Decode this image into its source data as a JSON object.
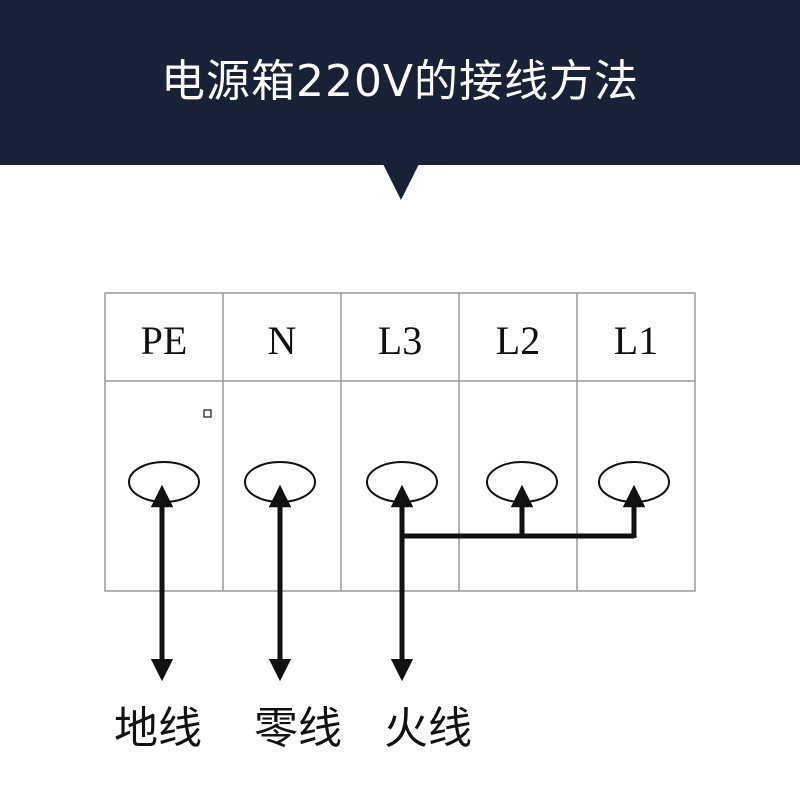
{
  "title": "电源箱220V的接线方法",
  "terminals": [
    "PE",
    "N",
    "L3",
    "L2",
    "L1"
  ],
  "wire_labels": {
    "earth": "地线",
    "neutral": "零线",
    "live": "火线"
  },
  "colors": {
    "header_bg": "#172236",
    "title_text": "#ffffff",
    "line": "#111111",
    "grid": "#9a9a9a"
  }
}
